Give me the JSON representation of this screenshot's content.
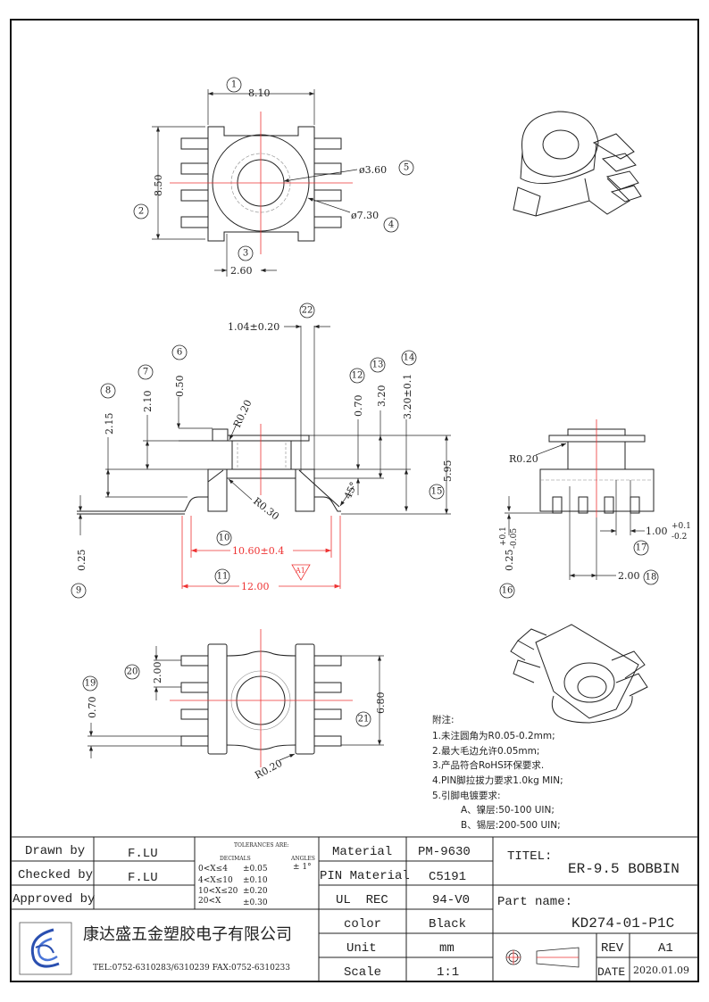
{
  "balloons": [
    "1",
    "2",
    "3",
    "4",
    "5",
    "6",
    "7",
    "8",
    "9",
    "10",
    "11",
    "12",
    "13",
    "14",
    "15",
    "16",
    "17",
    "18",
    "19",
    "20",
    "21",
    "22"
  ],
  "dims": {
    "top_width": "8.10",
    "top_height": "8.50",
    "top_pitch": "2.60",
    "dia_inner": "ø3.60",
    "dia_outer": "ø7.30",
    "side_1_04": "1.04±0.20",
    "side_0_50": "0.50",
    "side_2_10": "2.10",
    "side_2_15": "2.15",
    "side_r020": "R0.20",
    "side_r030": "R0.30",
    "side_0_70": "0.70",
    "side_3_20": "3.20",
    "side_3_20_tol": "3.20±0.1",
    "side_5_95": "5.95",
    "side_45": "45°",
    "side_0_25": "0.25",
    "side_10_60": "10.60±0.4",
    "side_12_00": "12.00",
    "rev_mark": "A1",
    "right_r020": "R0.20",
    "right_1_00": "1.00",
    "right_1_00_plus": "+0.1",
    "right_1_00_minus": "-0.2",
    "right_0_25": "0.25",
    "right_0_25_plus": "+0.1",
    "right_0_25_minus": "-0.05",
    "right_2_00": "2.00",
    "bot_2_00": "2.00",
    "bot_0_70": "0.70",
    "bot_6_80": "6.80",
    "bot_r020": "R0.20"
  },
  "notes": {
    "title": "附注:",
    "items": [
      "1.未注圆角为R0.05-0.2mm;",
      "2.最大毛边允许0.05mm;",
      "3.产品符合RoHS环保要求.",
      "4.PIN脚拉拔力要求1.0kg MIN;",
      "5.引脚电镀要求:",
      "A、镍层:50-100 UIN;",
      "B、锡层:200-500 UIN;"
    ]
  },
  "title_block": {
    "drawn_by_label": "Drawn by",
    "drawn_by": "F.LU",
    "checked_by_label": "Checked by",
    "checked_by": "F.LU",
    "approved_by_label": "Approved by",
    "approved_by": "",
    "tolerances": {
      "title": "TOLERANCES ARE:",
      "decimals": "DECIMALS",
      "angles": "ANGLES",
      "angle_value": "± 1°",
      "rows": [
        {
          "range": "0<X≤4",
          "tol": "±0.05"
        },
        {
          "range": "4<X≤10",
          "tol": "±0.10"
        },
        {
          "range": "10<X≤20",
          "tol": "±0.20"
        },
        {
          "range": "20<X",
          "tol": "±0.30"
        }
      ]
    },
    "company": "康达盛五金塑胶电子有限公司",
    "contact": "TEL:0752-6310283/6310239  FAX:0752-6310233",
    "props": [
      {
        "label": "Material",
        "value": "PM-9630"
      },
      {
        "label": "PIN Material",
        "value": "C5191"
      },
      {
        "label": "UL  REC",
        "value": "94-V0"
      },
      {
        "label": "color",
        "value": "Black"
      },
      {
        "label": "Unit",
        "value": "mm"
      },
      {
        "label": "Scale",
        "value": "1:1"
      }
    ],
    "title_label": "TITEL:",
    "title": "ER-9.5 BOBBIN",
    "part_name_label": "Part name:",
    "part_name": "KD274-01-P1C",
    "rev_label": "REV",
    "rev": "A1",
    "date_label": "DATE",
    "date": "2020.01.09"
  },
  "colors": {
    "centerline": "#ee3333",
    "line": "#222222",
    "logo": "#2a4fb0"
  }
}
